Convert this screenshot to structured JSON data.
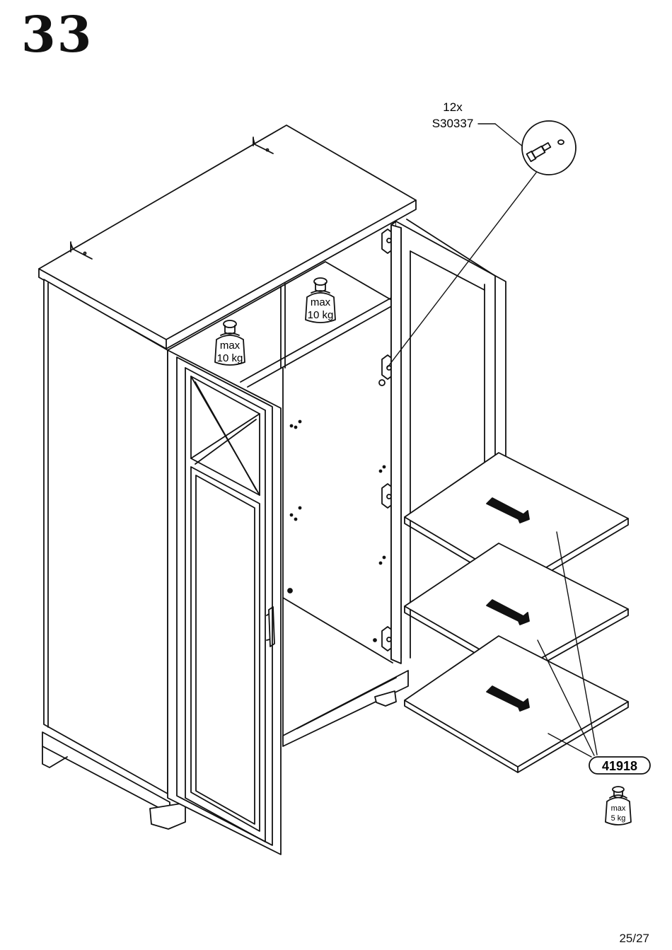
{
  "step": {
    "number": "33"
  },
  "hardware": {
    "quantity": "12x",
    "code": "S30337"
  },
  "weights": [
    {
      "label": "max",
      "value": "10 kg"
    },
    {
      "label": "max",
      "value": "10 kg"
    }
  ],
  "shelf_part": {
    "code": "41918"
  },
  "shelf_weight": {
    "label": "max",
    "value": "5 kg"
  },
  "page": {
    "number": "25/27"
  }
}
